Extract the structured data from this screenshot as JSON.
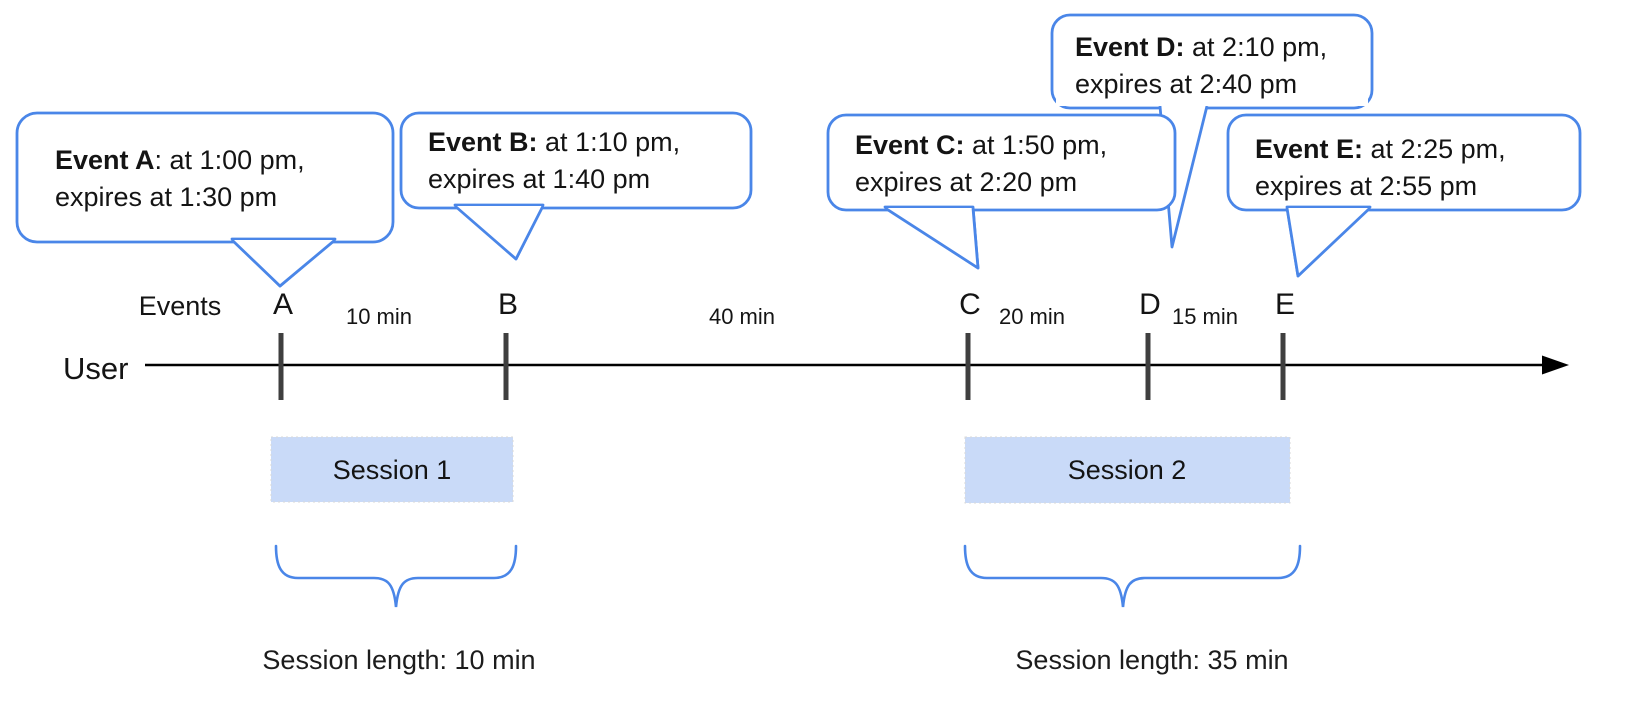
{
  "colors": {
    "bubble-stroke": "#4a86e8",
    "session-fill": "#c9daf8",
    "brace": "#4a86e8",
    "tick": "#3f3f3f",
    "text": "#141414"
  },
  "bubbles": [
    {
      "bold": "Event A",
      "rest": ": at 1:00 pm,",
      "line2": "expires at 1:30 pm"
    },
    {
      "bold": "Event B:",
      "rest": " at 1:10 pm,",
      "line2": "expires at 1:40 pm"
    },
    {
      "bold": "Event C:",
      "rest": " at 1:50 pm,",
      "line2": "expires at 2:20 pm"
    },
    {
      "bold": "Event D:",
      "rest": " at 2:10 pm,",
      "line2": "expires at 2:40 pm"
    },
    {
      "bold": "Event E:",
      "rest": " at 2:25 pm,",
      "line2": "expires at 2:55 pm"
    }
  ],
  "timeline": {
    "user_label": "User",
    "events_label": "Events",
    "ticks": [
      "A",
      "B",
      "C",
      "D",
      "E"
    ],
    "intervals": [
      "10 min",
      "40 min",
      "20 min",
      "15 min"
    ]
  },
  "sessions": [
    {
      "label": "Session 1",
      "length_label": "Session length: 10 min"
    },
    {
      "label": "Session 2",
      "length_label": "Session length: 35 min"
    }
  ]
}
